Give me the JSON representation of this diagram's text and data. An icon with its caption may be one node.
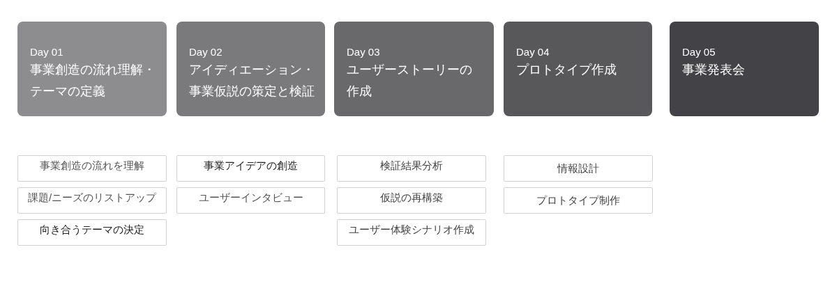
{
  "diagram": {
    "nodes": [
      {
        "text": [
          "Day 01",
          "事業創造の流れ理解・テーマの定義"
        ]
      },
      {
        "text": [
          "Day 02",
          "アイディエーション・事業仮説の策定と検証"
        ]
      },
      {
        "text": [
          "Day 03",
          "ユーザーストーリーの作成"
        ]
      },
      {
        "text": [
          "Day 04",
          "プロトタイプ作成"
        ]
      },
      {
        "text": [
          "Day 05",
          "事業発表会"
        ]
      },
      {
        "text": [
          "事業創造の流れを理解"
        ]
      },
      {
        "text": [
          "課題/ニーズのリストアップ"
        ]
      },
      {
        "text": [
          "向き合うテーマの決定"
        ]
      },
      {
        "text": [
          "事業アイデアの創造"
        ]
      },
      {
        "text": [
          "ユーザーインタビュー"
        ]
      },
      {
        "text": [
          "検証結果分析"
        ]
      },
      {
        "text": [
          "仮説の再構築"
        ]
      },
      {
        "text": [
          "ユーザー体験シナリオ作成"
        ]
      },
      {
        "text": [
          "情報設計"
        ]
      },
      {
        "text": [
          "プロトタイプ制作"
        ]
      }
    ]
  }
}
